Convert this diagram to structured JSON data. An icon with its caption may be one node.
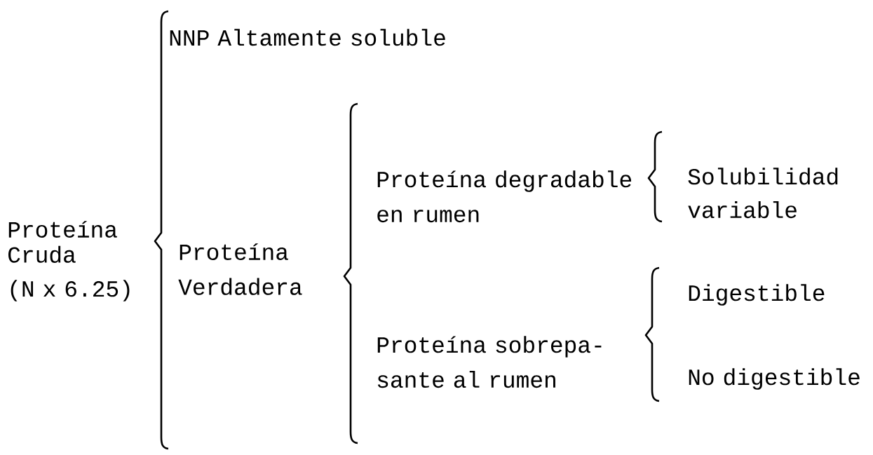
{
  "diagram": {
    "labels": [
      "Proteína Cruda",
      "(N x 6.25)",
      "NNP Altamente soluble",
      "Proteína Verdadera",
      "Proteína degradable en rumen",
      "Solubilidad variable",
      "Digestible",
      "Proteína sobrepa- sante al rumen",
      "No digestible"
    ]
  }
}
